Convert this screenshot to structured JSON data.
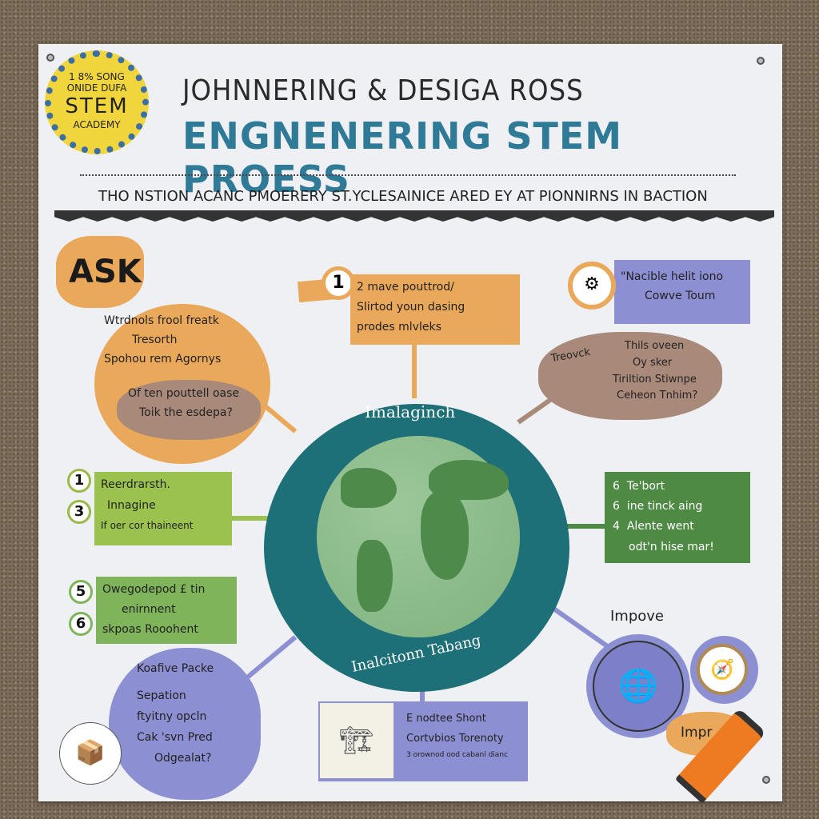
{
  "badge": {
    "line1": "1 8% SONG",
    "line2": "ONIDE DUFA",
    "line3": "STEM",
    "line4": "ACADEMY"
  },
  "header": {
    "title": "JOHNNERING & DESIGA ROSS",
    "subtitle": "ENGNENERING STEM PROESS",
    "tagline": "THO NSTION ACANC PMOERERY ST.YCLESAINICE ARED EY AT PIONNIRNS IN BACTION"
  },
  "center": {
    "top_label": "Imalaginch",
    "bottom_label": "Inalcitonn Tabang",
    "icon": "globe-icon"
  },
  "ask": {
    "heading": "ASK",
    "lines": [
      "Wtrdnols frool freatk",
      "Tresorth",
      "Spohou rem Agornys"
    ],
    "inner": [
      "Of ten pouttell oase",
      "Toik the esdepa?"
    ]
  },
  "top_box": {
    "number": "1",
    "lines": [
      "2 mave pouttrod/",
      "Slirtod youn dasing",
      "prodes mlvleks"
    ]
  },
  "top_right": {
    "icon": "tools-icon",
    "lines": [
      "\"Nacible helit iono",
      "Cowve Toum"
    ],
    "bubble": [
      "Treovck",
      "Thils oveen",
      "Oy sker",
      "Tiriltion Stiwnpe",
      "Ceheon Tnhim?"
    ]
  },
  "left_green": {
    "numbers": [
      "1",
      "3"
    ],
    "lines": [
      "Reerdrarsth.",
      "Innagine",
      "If oer cor thaineent"
    ]
  },
  "left_green2": {
    "numbers": [
      "5",
      "6"
    ],
    "lines": [
      "Owegodepod £ tin",
      "enirnnent",
      "skpoas Rooohent"
    ]
  },
  "right_green": {
    "numbers": [
      "6",
      "6",
      "4"
    ],
    "lines": [
      "Te'bort",
      "ine tinck aing",
      "Alente went",
      "odt'n hise mar!"
    ]
  },
  "bottom_left": {
    "icon": "box-icon",
    "lines": [
      "Koafive Packe",
      "Sepation",
      "ftyitny opcln",
      "Cak 'svn Pred",
      "Odgealat?"
    ]
  },
  "bottom_center": {
    "icon": "prototype-icon",
    "lines": [
      "E nodtee Shont",
      "Cortvbios Torenoty",
      "3 orownod ood cabanl dianc"
    ]
  },
  "improve": {
    "heading": "Impove",
    "icon": "globe-network-icon",
    "icon2": "compass-icon",
    "tag": "Impr",
    "crayon_icon": "crayon-icon"
  },
  "colors": {
    "orange": "#e9a85a",
    "brown": "#a98a7a",
    "teal": "#1d6f78",
    "lime": "#9bc24f",
    "green": "#4f8a44",
    "lavender": "#8c8fd1",
    "yellow": "#f1d53d"
  }
}
